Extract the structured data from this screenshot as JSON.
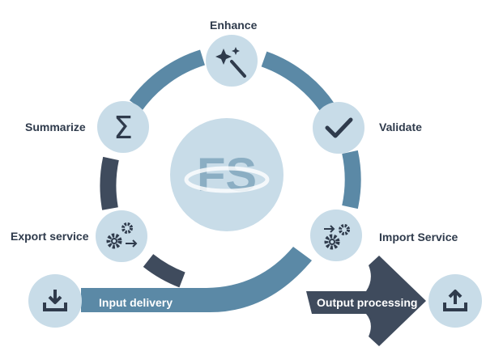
{
  "nodes": {
    "enhance": {
      "label": "Enhance",
      "icon": "magic-wand-icon"
    },
    "validate": {
      "label": "Validate",
      "icon": "checkmark-icon"
    },
    "import_service": {
      "label": "Import Service",
      "icon": "gears-import-icon"
    },
    "summarize": {
      "label": "Summarize",
      "icon": "sigma-icon"
    },
    "export_service": {
      "label": "Export service",
      "icon": "gears-export-icon"
    },
    "center": {
      "logo_text": "FS",
      "icon": "fs-logo"
    }
  },
  "flows": {
    "input": {
      "label": "Input delivery",
      "icon": "download-icon"
    },
    "output": {
      "label": "Output processing",
      "icon": "upload-icon"
    }
  },
  "colors": {
    "ring_blue": "#5b89a6",
    "ring_dark": "#3f4b5d",
    "node_fill": "#c8dce8",
    "icon_dark": "#2f3b4c",
    "label_text": "#2f3b4c"
  }
}
